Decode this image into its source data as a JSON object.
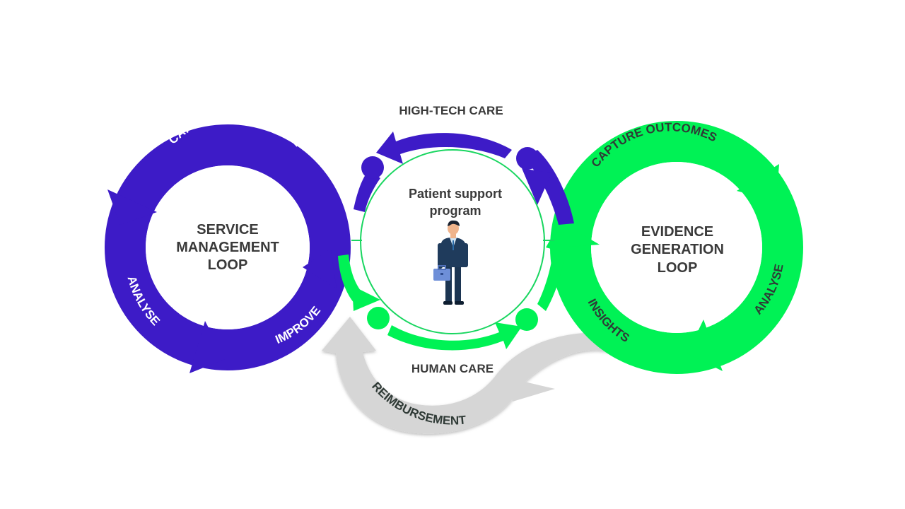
{
  "colors": {
    "purple": "#3d1bc7",
    "green": "#00f255",
    "grey": "#d6d6d6",
    "center_ring": "#19d660",
    "text_dark": "#3a3a3a"
  },
  "left_loop": {
    "title_lines": [
      "SERVICE",
      "MANAGEMENT",
      "LOOP"
    ],
    "arc_labels": {
      "top": "CAPTURE EXPERIENCE",
      "left": "ANALYSE",
      "bottom": "IMPROVE"
    }
  },
  "right_loop": {
    "title_lines": [
      "EVIDENCE",
      "GENERATION",
      "LOOP"
    ],
    "arc_labels": {
      "top": "CAPTURE OUTCOMES",
      "right": "ANALYSE",
      "left": "INSIGHTS"
    }
  },
  "center": {
    "title_lines": [
      "Patient support",
      "program"
    ],
    "icon": "businessman-icon"
  },
  "connectors": {
    "top_label": "HIGH-TECH CARE",
    "bottom_label": "HUMAN CARE",
    "grey_label": "REIMBURSEMENT"
  }
}
